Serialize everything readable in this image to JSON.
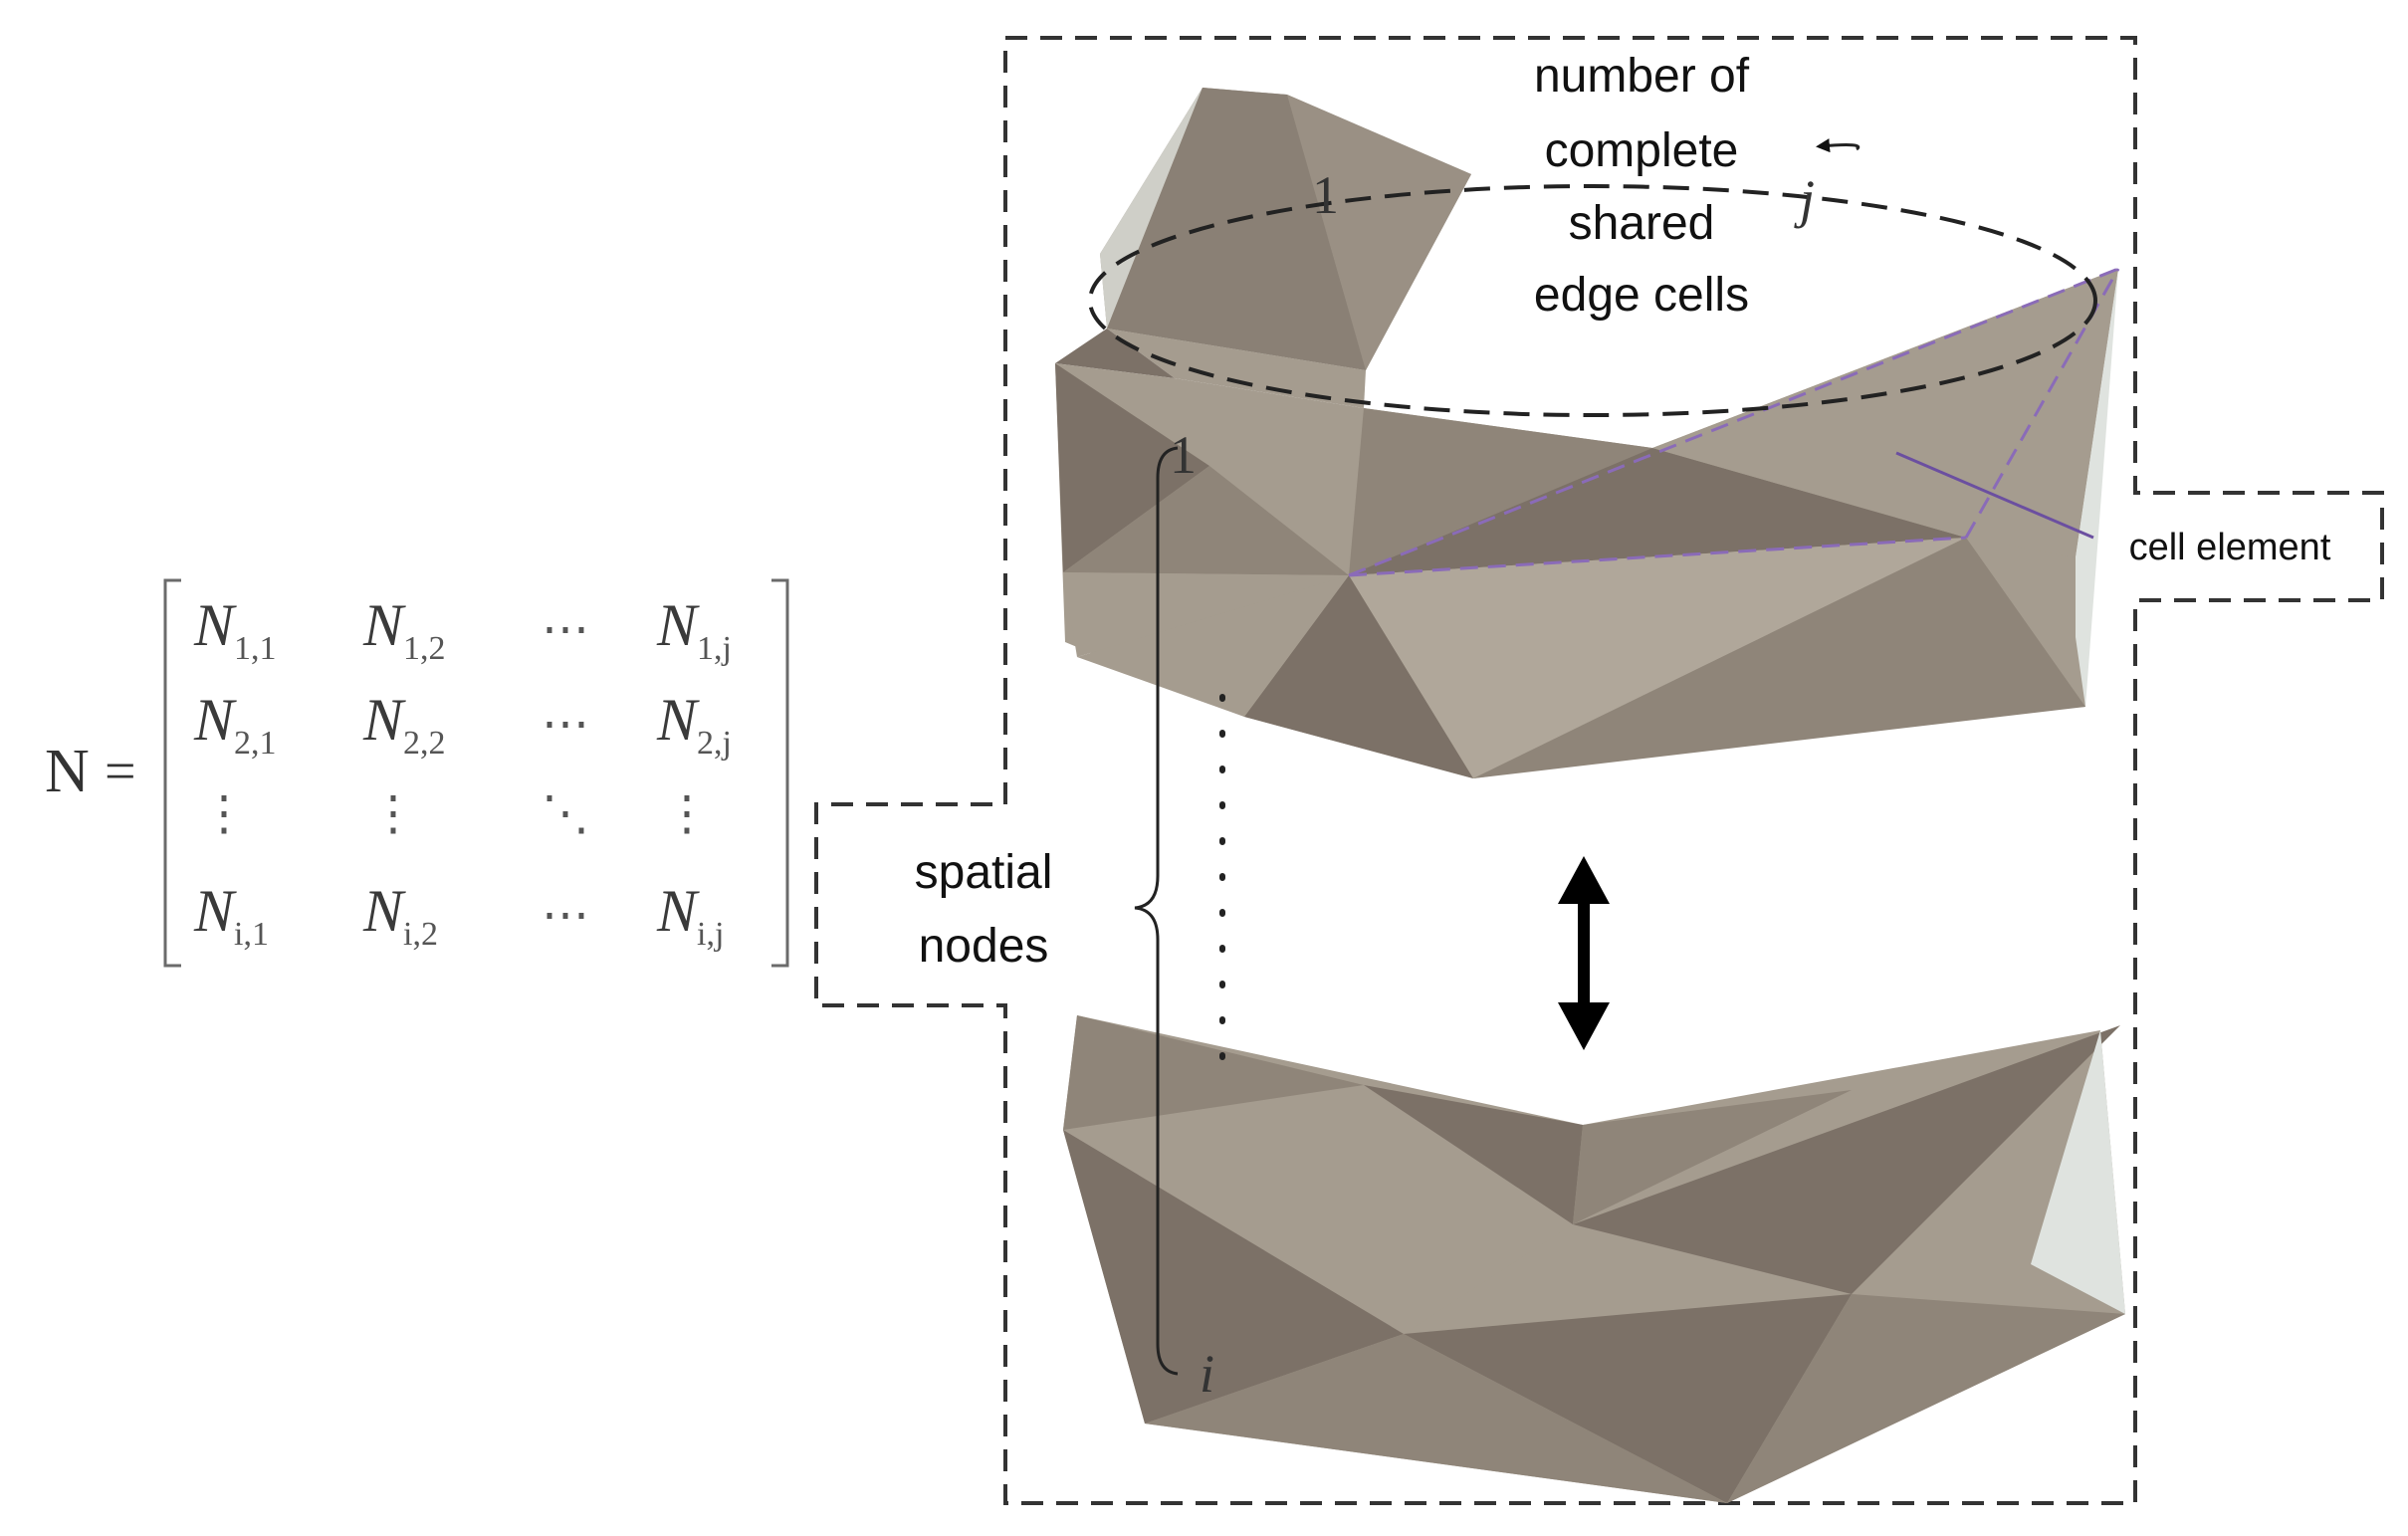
{
  "matrix": {
    "lhs": "N",
    "equals": "=",
    "rows": [
      [
        {
          "base": "N",
          "sub": "1,1"
        },
        {
          "base": "N",
          "sub": "1,2"
        },
        {
          "base": "⋯",
          "sub": ""
        },
        {
          "base": "N",
          "sub": "1,j"
        }
      ],
      [
        {
          "base": "N",
          "sub": "2,1"
        },
        {
          "base": "N",
          "sub": "2,2"
        },
        {
          "base": "⋯",
          "sub": ""
        },
        {
          "base": "N",
          "sub": "2,j"
        }
      ],
      [
        {
          "base": "⋮",
          "sub": ""
        },
        {
          "base": "⋮",
          "sub": ""
        },
        {
          "base": "⋱",
          "sub": ""
        },
        {
          "base": "⋮",
          "sub": ""
        }
      ],
      [
        {
          "base": "N",
          "sub": "i,1"
        },
        {
          "base": "N",
          "sub": "i,2"
        },
        {
          "base": "⋯",
          "sub": ""
        },
        {
          "base": "N",
          "sub": "i,j"
        }
      ]
    ]
  },
  "labels": {
    "shared_edge_line1": "number of",
    "shared_edge_line2": "complete",
    "shared_edge_line3": "shared",
    "shared_edge_line4": "edge cells",
    "cell_element": "cell element",
    "spatial_line1": "spatial",
    "spatial_line2": "nodes"
  },
  "indices": {
    "ring_start": "1",
    "ring_end": "j",
    "node_start": "1",
    "node_end": "i"
  },
  "colors": {
    "mesh_light": "#a59c8f",
    "mesh_mid": "#8f8579",
    "mesh_dark": "#7c7167",
    "mesh_pale": "#dfe3df",
    "highlight": "#8a6bb8",
    "dash": "#333333"
  }
}
